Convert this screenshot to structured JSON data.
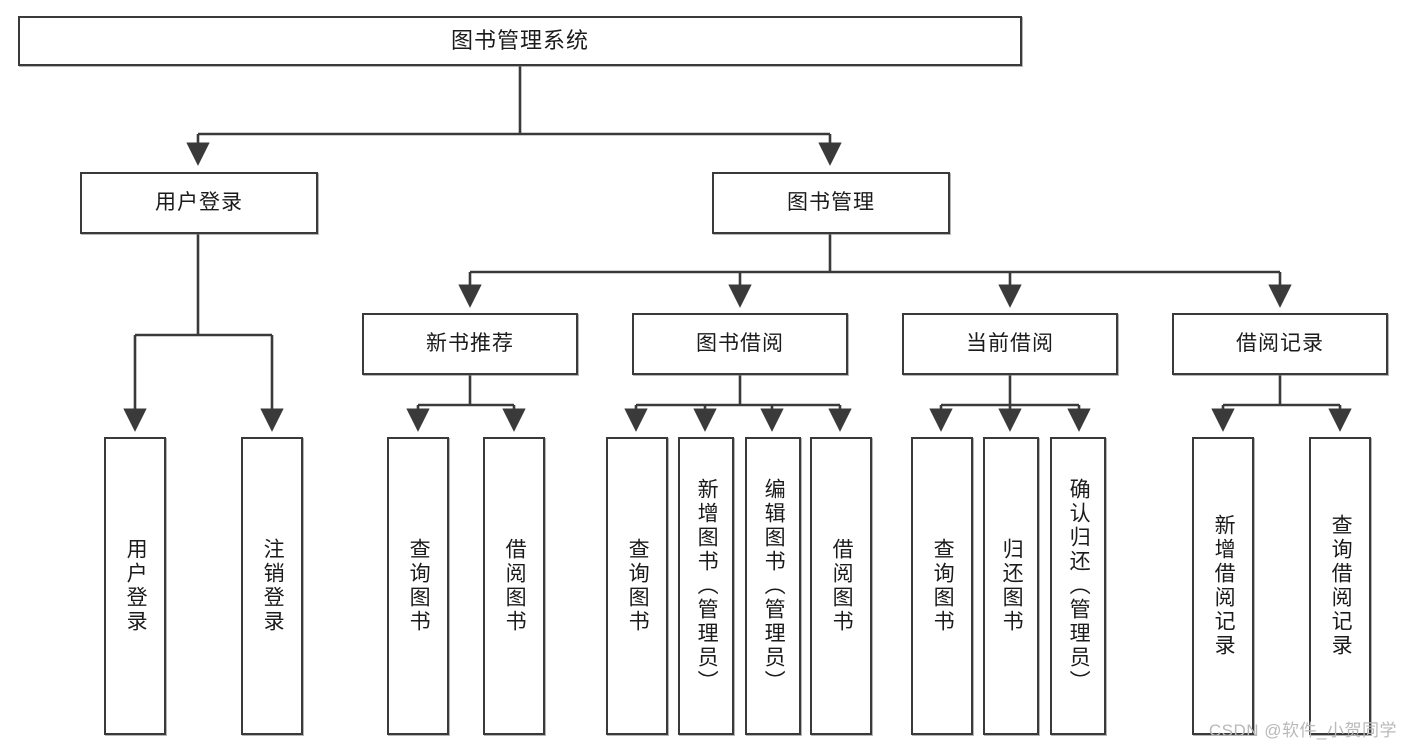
{
  "diagram": {
    "title": "图书管理系统",
    "type": "tree-hierarchy",
    "stroke_color": "#3a3a3a",
    "background_color": "#ffffff",
    "text_color": "#1b1b1b",
    "root": {
      "label": "图书管理系统"
    },
    "level2": [
      {
        "label": "用户登录"
      },
      {
        "label": "图书管理"
      }
    ],
    "level3": [
      {
        "label": "新书推荐"
      },
      {
        "label": "图书借阅"
      },
      {
        "label": "当前借阅"
      },
      {
        "label": "借阅记录"
      }
    ],
    "leaves": {
      "user_login": [
        {
          "label": "用户登录"
        },
        {
          "label": "注销登录"
        }
      ],
      "new_book_recommend": [
        {
          "label": "查询图书"
        },
        {
          "label": "借阅图书"
        }
      ],
      "book_borrow": [
        {
          "label": "查询图书"
        },
        {
          "label": "新增图书（管理员）"
        },
        {
          "label": "编辑图书（管理员）"
        },
        {
          "label": "借阅图书"
        }
      ],
      "current_borrow": [
        {
          "label": "查询图书"
        },
        {
          "label": "归还图书"
        },
        {
          "label": "确认归还（管理员）"
        }
      ],
      "borrow_record": [
        {
          "label": "新增借阅记录"
        },
        {
          "label": "查询借阅记录"
        }
      ]
    }
  },
  "watermark": {
    "text": "CSDN @软件_小贺同学"
  }
}
